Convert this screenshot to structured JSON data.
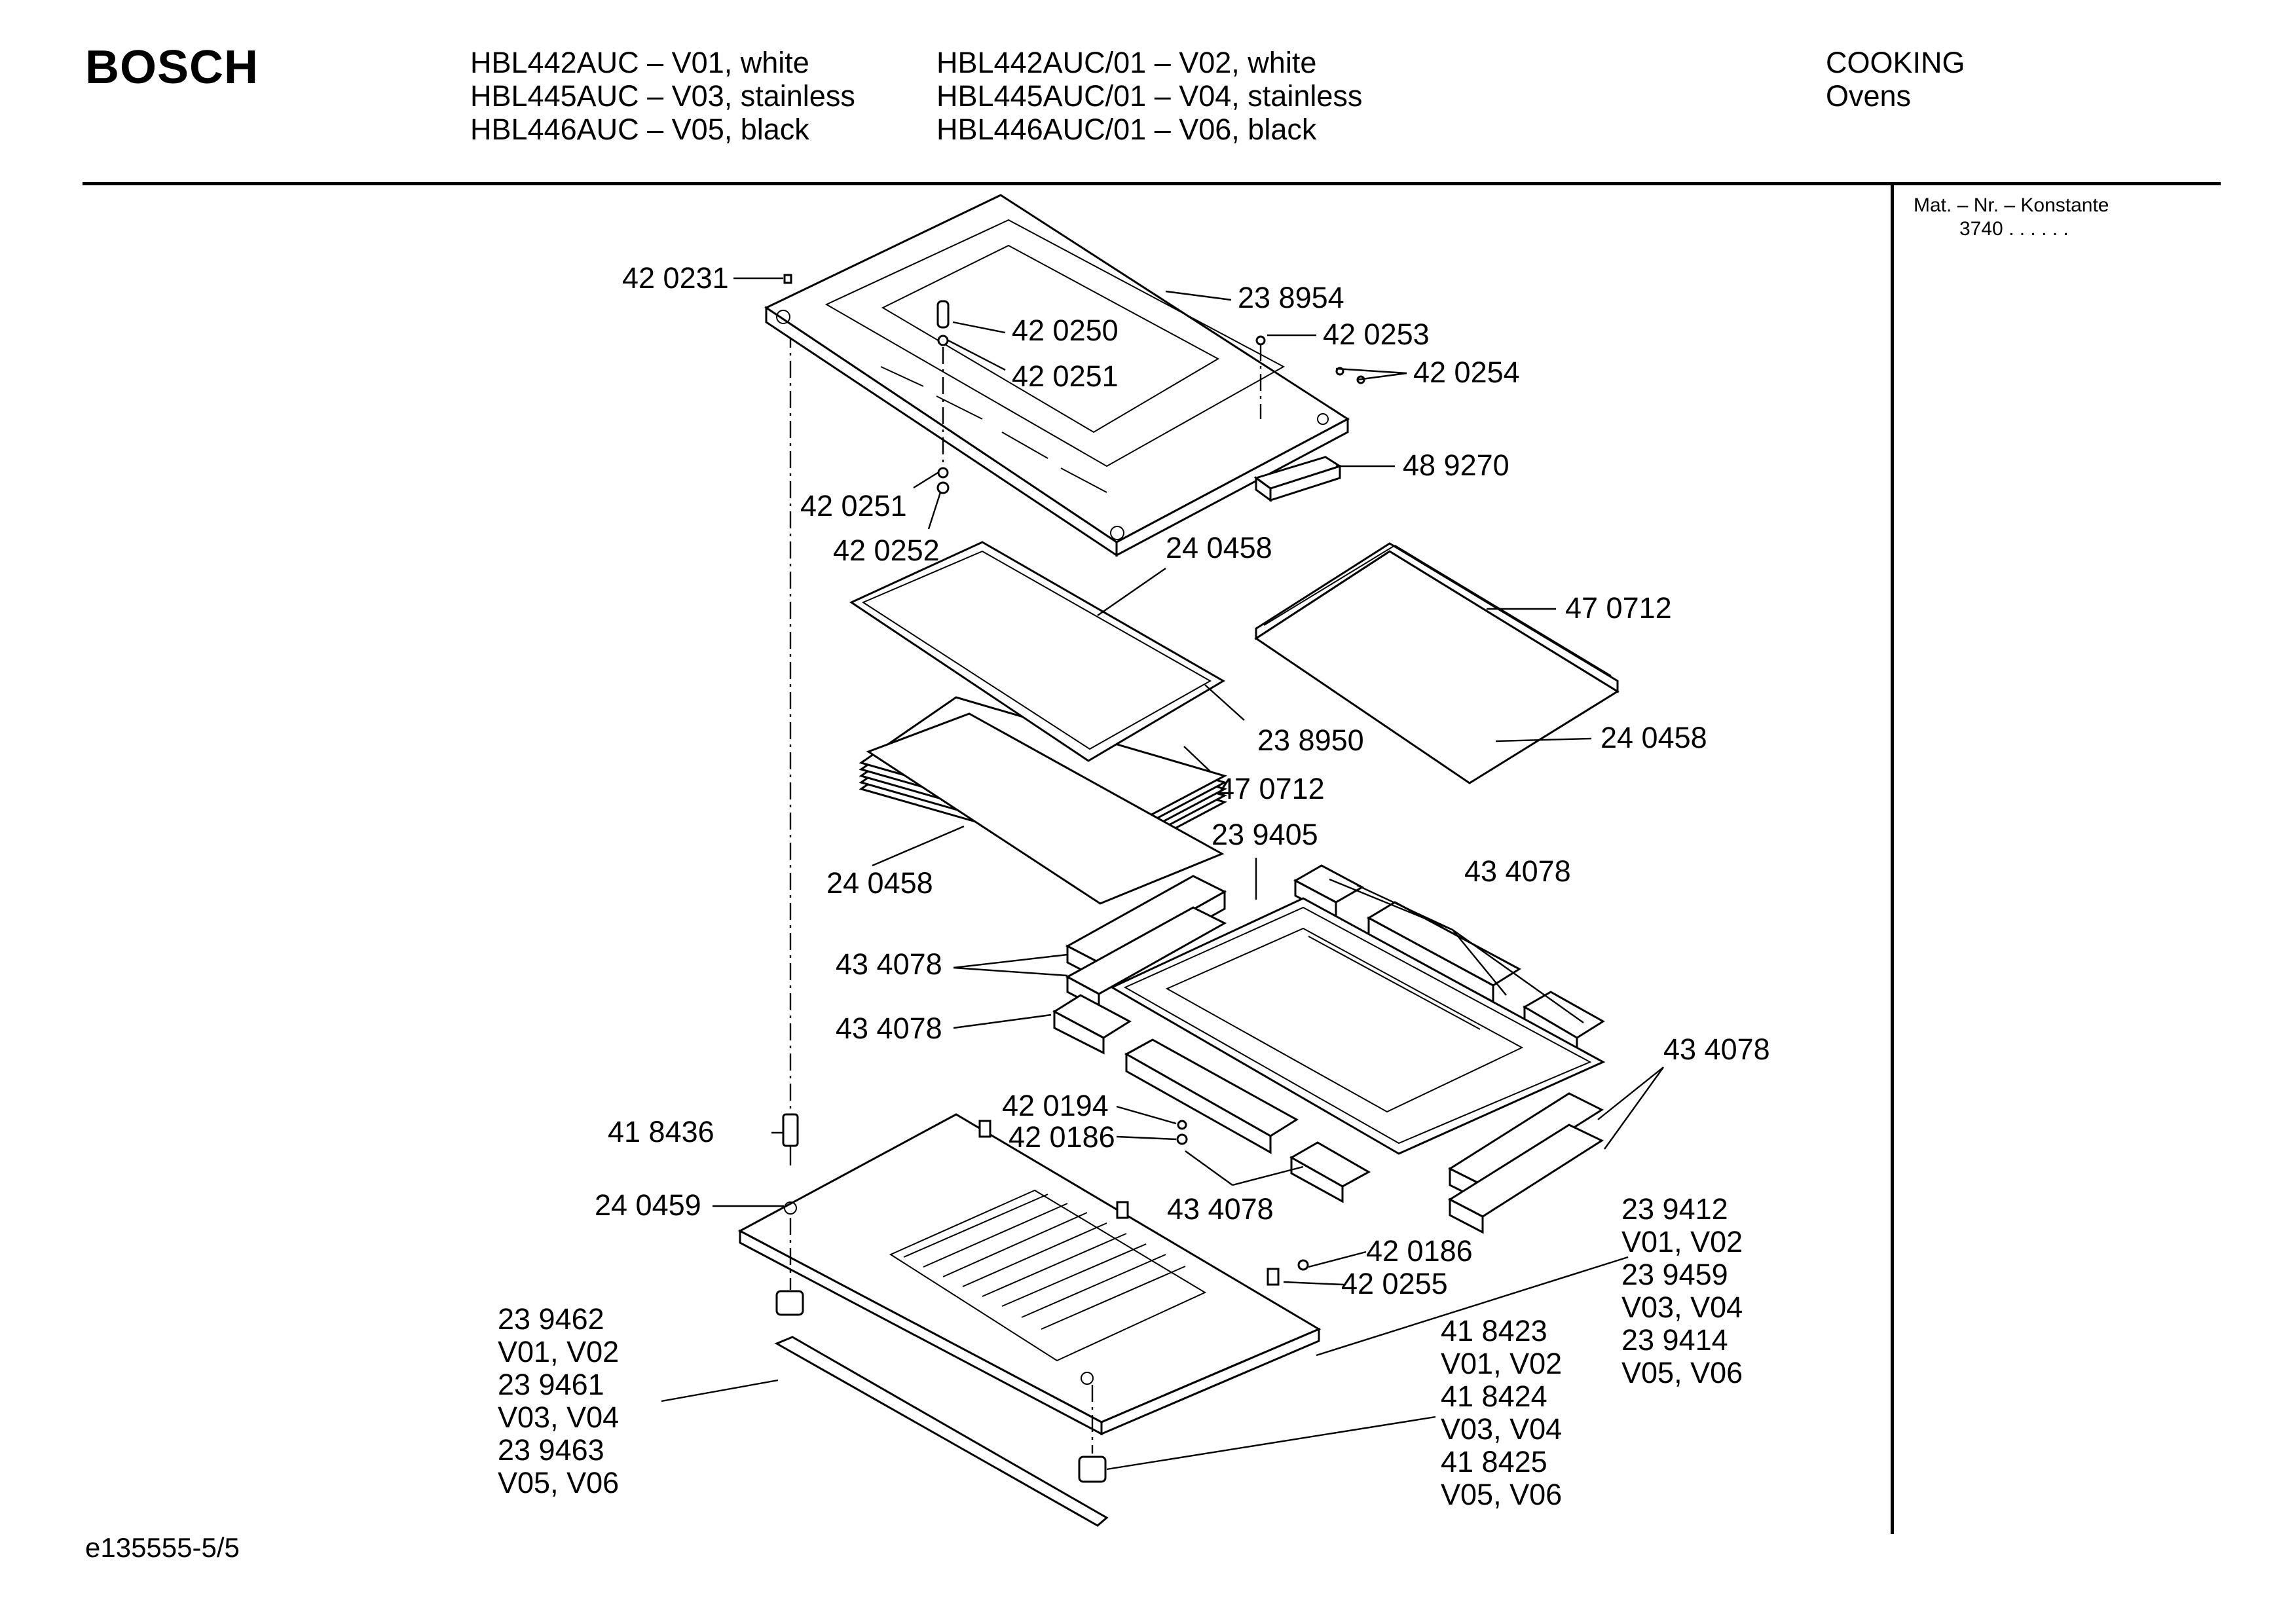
{
  "header": {
    "brand": "BOSCH",
    "models_left": [
      "HBL442AUC – V01, white",
      "HBL445AUC – V03, stainless",
      "HBL446AUC – V05, black"
    ],
    "models_right": [
      "HBL442AUC/01 – V02, white",
      "HBL445AUC/01 – V04, stainless",
      "HBL446AUC/01 – V06, black"
    ],
    "category": "COOKING",
    "subcategory": "Ovens"
  },
  "sidebar": {
    "label": "Mat. – Nr. – Konstante",
    "value": "3740  .  .    .  .  .  ."
  },
  "footer": {
    "code": "e135555-5/5"
  },
  "callouts": {
    "c420231": "42 0231",
    "c238954": "23 8954",
    "c420250": "42 0250",
    "c420251a": "42 0251",
    "c420253": "42 0253",
    "c420254": "42 0254",
    "c489270": "48 9270",
    "c420251b": "42 0251",
    "c420252": "42 0252",
    "c240458a": "24 0458",
    "c470712a": "47 0712",
    "c238950": "23 8950",
    "c240458b": "24 0458",
    "c470712b": "47 0712",
    "c239405": "23 9405",
    "c240458c": "24 0458",
    "c434078a": "43 4078",
    "c434078b": "43 4078",
    "c434078c": "43 4078",
    "c434078d": "43 4078",
    "c434078e": "43 4078",
    "c420194": "42 0194",
    "c420186a": "42 0186",
    "c418436": "41 8436",
    "c240459": "24 0459",
    "c420186b": "42 0186",
    "c420255": "42 0255",
    "right_group": [
      "23 9412",
      "V01, V02",
      "23 9459",
      "V03, V04",
      "23 9414",
      "V05, V06"
    ],
    "mid_group": [
      "41 8423",
      "V01, V02",
      "41 8424",
      "V03, V04",
      "41 8425",
      "V05, V06"
    ],
    "left_group": [
      "23 9462",
      "V01, V02",
      "23 9461",
      "V03, V04",
      "23 9463",
      "V05, V06"
    ]
  }
}
